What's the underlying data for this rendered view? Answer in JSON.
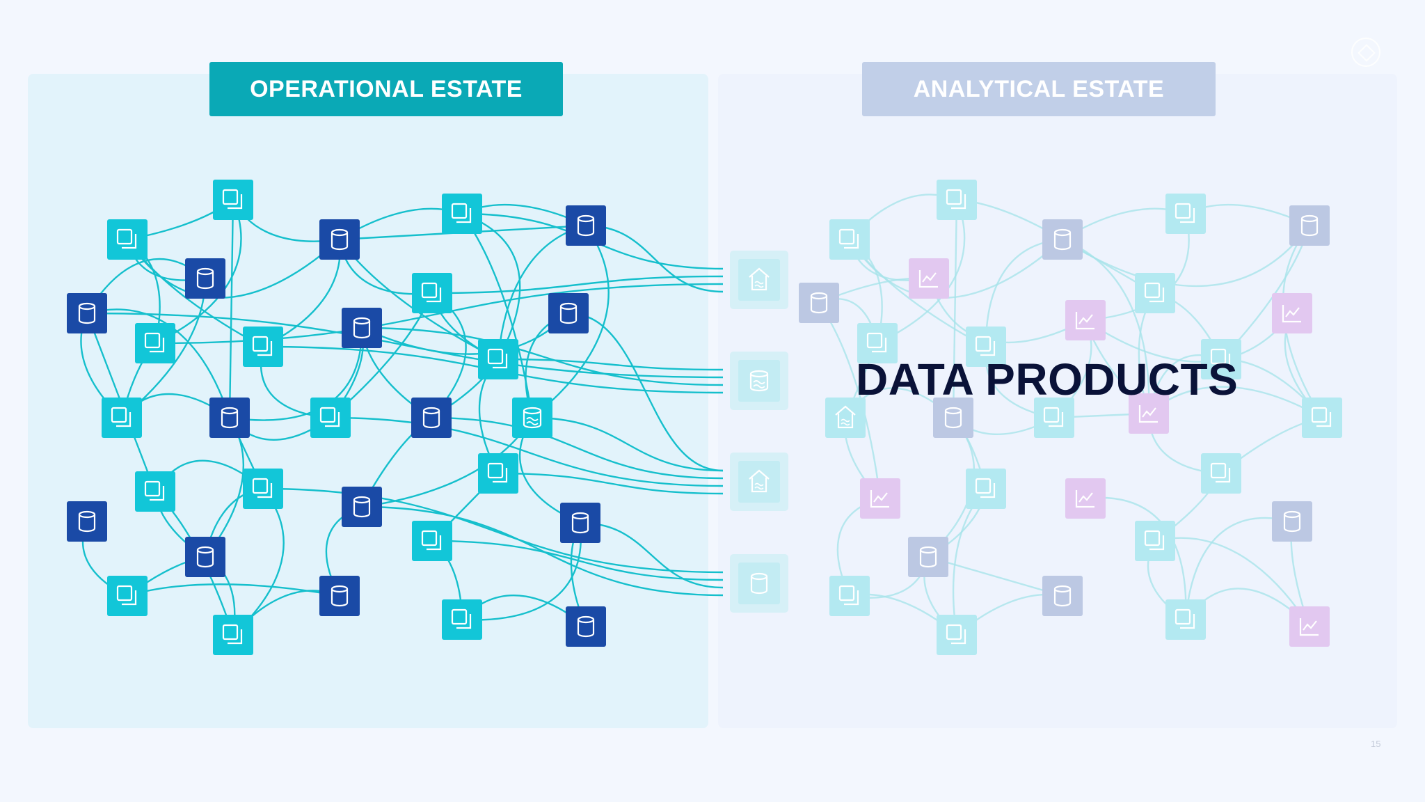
{
  "labels": {
    "operational": "OPERATIONAL ESTATE",
    "analytical": "ANALYTICAL ESTATE"
  },
  "title": "DATA PRODUCTS",
  "page_number": "15",
  "colors": {
    "background": "#f3f7fe",
    "operational_panel": "#e2f3fb",
    "analytical_panel": "#eef3fd",
    "operational_label_bg": "#0aa9b6",
    "analytical_label_bg": "#c1cfe8",
    "connector": "#15bfcc",
    "database_node": "#1a4aa6",
    "copy_node": "#12c6d8",
    "faded_connector": "#a8e4ea",
    "faded_copy_node": "#b3e9f1",
    "faded_database_node": "#bcc8e3",
    "faded_chart_node": "#e2c8f0",
    "data_product_node": "#c3ecf3",
    "title_text": "#0a1238"
  },
  "node_kinds": {
    "db": "database-icon",
    "copy": "copy-icon",
    "lake": "data-lake-icon",
    "warehouse": "warehouse-icon",
    "chart": "line-chart-icon"
  }
}
